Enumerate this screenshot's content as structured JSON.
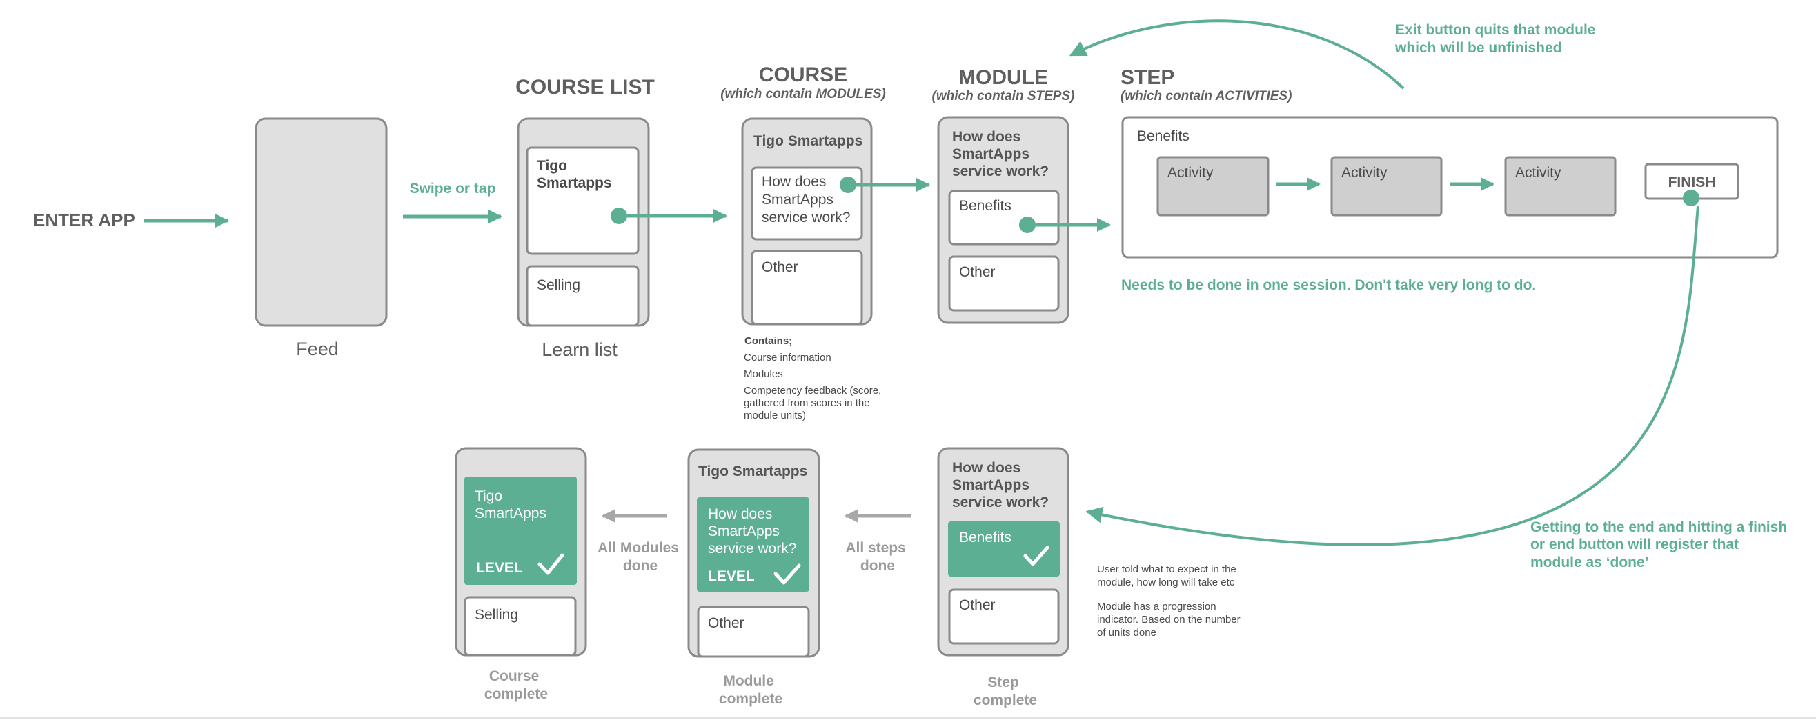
{
  "enter_app": "ENTER APP",
  "swipe_or_tap": "Swipe or tap",
  "feed": {
    "caption": "Feed"
  },
  "course_list": {
    "heading": "COURSE LIST",
    "card1": [
      "Tigo",
      "Smartapps"
    ],
    "card2": "Selling",
    "caption": "Learn list"
  },
  "course": {
    "heading": "COURSE",
    "subheading": "(which contain MODULES)",
    "title": "Tigo Smartapps",
    "card1": [
      "How does",
      "SmartApps",
      "service work?"
    ],
    "card2": "Other",
    "contains": {
      "title": "Contains;",
      "items": [
        "Course information",
        "Modules"
      ],
      "feedback": [
        "Competency feedback (score,",
        "gathered from scores in the",
        "module units)"
      ]
    }
  },
  "module": {
    "heading": "MODULE",
    "subheading": "(which contain STEPS)",
    "title": [
      "How does",
      "SmartApps",
      "service work?"
    ],
    "card1": "Benefits",
    "card2": "Other"
  },
  "step": {
    "heading": "STEP",
    "subheading": "(which contain ACTIVITIES)",
    "title": "Benefits",
    "activities": [
      "Activity",
      "Activity",
      "Activity"
    ],
    "finish": "FINISH",
    "note": "Needs to be done in one session. Don't take very long to do."
  },
  "exit_note": [
    "Exit button quits that module",
    "which will be unfinished"
  ],
  "finish_note": [
    "Getting to the end and hitting a finish",
    "or end button will register that",
    "module as ‘done’"
  ],
  "step_complete": {
    "title": [
      "How does",
      "SmartApps",
      "service work?"
    ],
    "card1": "Benefits",
    "card2": "Other",
    "caption": [
      "Step",
      "complete"
    ],
    "notes1": [
      "User told what to expect in the",
      "module, how long will take etc"
    ],
    "notes2": [
      "Module has a progression",
      "indicator. Based on the number",
      "of units done"
    ]
  },
  "all_steps_done": [
    "All steps",
    "done"
  ],
  "module_complete": {
    "title": "Tigo Smartapps",
    "card1": [
      "How does",
      "SmartApps",
      "service work?"
    ],
    "level": "LEVEL",
    "card2": "Other",
    "caption": [
      "Module",
      "complete"
    ]
  },
  "all_modules_done": [
    "All Modules",
    "done"
  ],
  "course_complete": {
    "card1": [
      "Tigo",
      "SmartApps"
    ],
    "level": "LEVEL",
    "card2": "Selling",
    "caption": [
      "Course",
      "complete"
    ]
  },
  "colors": {
    "accent": "#5daf94",
    "phone_fill": "#e0e0e0",
    "border": "#8a8a8a",
    "muted": "#9a9a9a"
  }
}
